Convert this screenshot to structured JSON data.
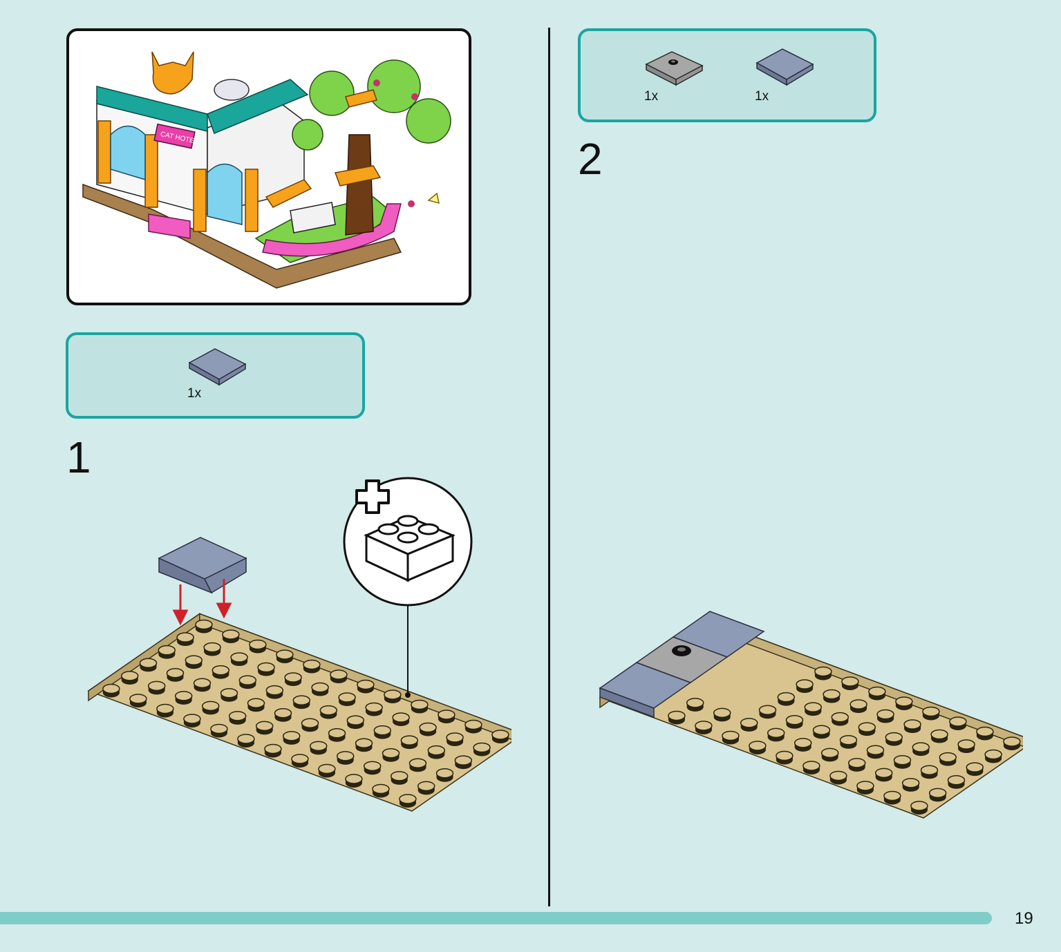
{
  "preview": {
    "sign_text": "CAT HOTEL"
  },
  "step1": {
    "number": "1",
    "parts": [
      {
        "qty": "1x",
        "icon": "blue-grey-2x2-tile-icon"
      }
    ]
  },
  "step2": {
    "number": "2",
    "parts": [
      {
        "qty": "1x",
        "icon": "grey-2x2-jumper-plate-icon"
      },
      {
        "qty": "1x",
        "icon": "blue-grey-2x2-tile-icon"
      }
    ]
  },
  "footer": {
    "page_number": "19"
  },
  "colors": {
    "background": "#d3ebea",
    "parts_box_fill": "#c0e3e1",
    "parts_box_border": "#1aa5a1",
    "tan_plate": "#d9c48f",
    "blue_grey_tile": "#8e9bb7",
    "grey_jumper": "#a7a7a7",
    "arrow_red": "#d0202a",
    "bottom_bar": "#7fcdc9"
  }
}
